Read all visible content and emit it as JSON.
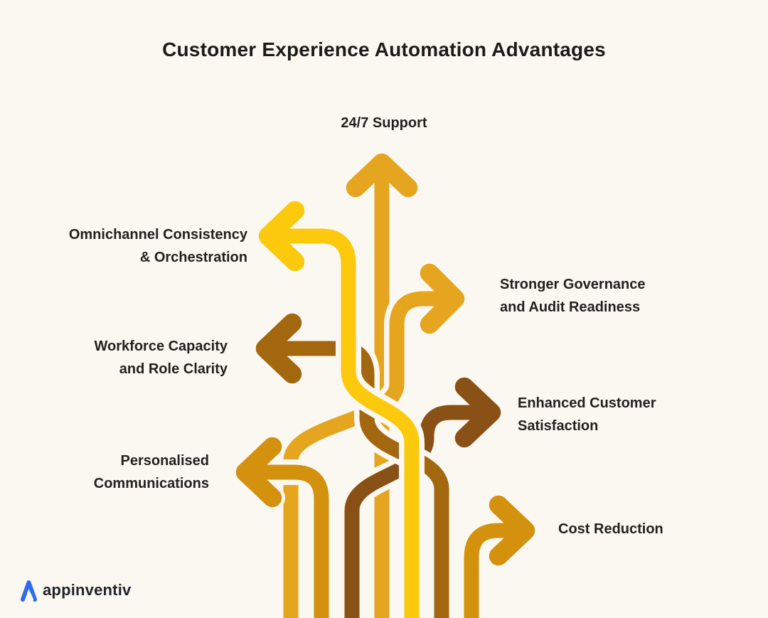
{
  "title": "Customer Experience Automation Advantages",
  "colors": {
    "background": "#FBF8F1",
    "outline": "#FBF8F1",
    "yellow": "#FCC90C",
    "gold": "#E5A51E",
    "amber": "#D3910E",
    "brown": "#A2670F",
    "darkbrown": "#8A5116",
    "text": "#21211F",
    "logo_blue": "#2F6BEA"
  },
  "advantages": {
    "support": {
      "label": "24/7 Support"
    },
    "omnichannel": {
      "line1": "Omnichannel Consistency",
      "line2": "& Orchestration"
    },
    "governance": {
      "line1": "Stronger Governance",
      "line2": "and Audit Readiness"
    },
    "workforce": {
      "line1": "Workforce Capacity",
      "line2": "and Role Clarity"
    },
    "enhanced": {
      "line1": "Enhanced Customer",
      "line2": "Satisfaction"
    },
    "personalised": {
      "line1": "Personalised",
      "line2": "Communications"
    },
    "cost": {
      "label": "Cost Reduction"
    }
  },
  "logo": {
    "text": "appinventiv"
  }
}
